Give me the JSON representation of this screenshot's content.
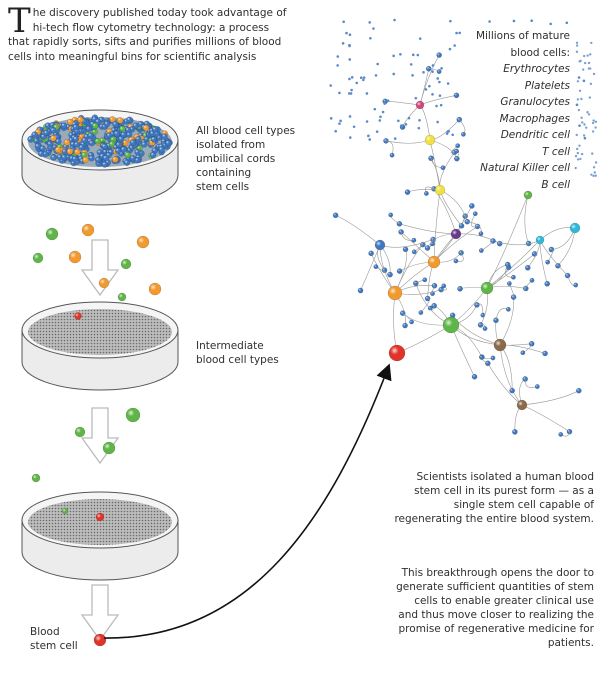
{
  "intro": {
    "drop_cap": "T",
    "text": "he discovery published today took advantage of hi-tech flow cytometry technology: a process that rapidly sorts, sifts and purifies millions of blood cells into meaningful bins for scientific analysis"
  },
  "steps": {
    "all_types": [
      "All blood cell types",
      "isolated from",
      "umbilical cords",
      "containing",
      "stem cells"
    ],
    "intermediate": [
      "Intermediate",
      "blood cell types"
    ],
    "stem_cell": [
      "Blood",
      "stem cell"
    ]
  },
  "mature": {
    "heading": [
      "Millions of mature",
      "blood cells:"
    ],
    "types": [
      "Erythrocytes",
      "Platelets",
      "Granulocytes",
      "Macrophages",
      "Dendritic cell",
      "T cell",
      "Natural Killer cell",
      "B cell"
    ]
  },
  "paragraphs": [
    "Scientists isolated a human blood stem cell in its purest form — as a single stem cell capable of regenerating the entire blood system.",
    "This breakthrough opens the door to generate sufficient quantities of stem cells to enable greater clinical use and thus move closer to realizing the promise of regenerative medicine for patients."
  ],
  "colors": {
    "red": "#e0342a",
    "orange": "#f29a2e",
    "green": "#5fb548",
    "blue": "#3f78c0",
    "brown": "#8a6a4a",
    "yellow": "#f0e040",
    "purple": "#6a3a8a",
    "cyan": "#30b8d8",
    "pink": "#d04a7a"
  }
}
